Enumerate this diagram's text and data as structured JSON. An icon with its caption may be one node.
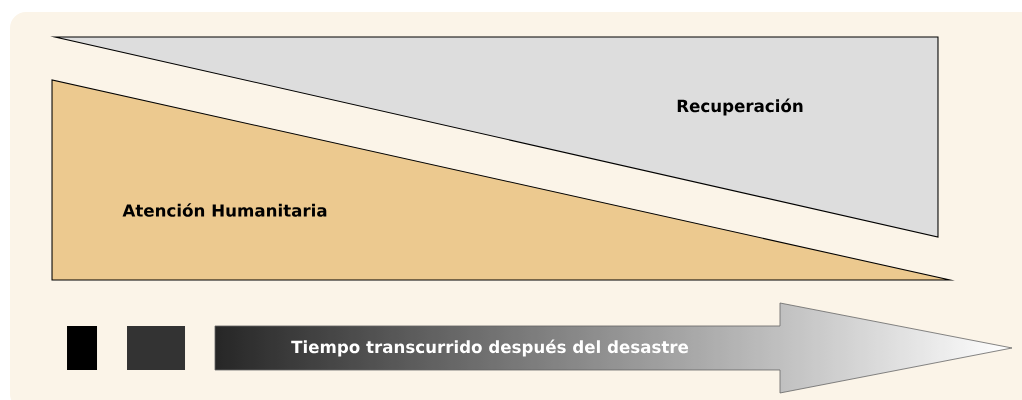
{
  "diagram": {
    "nodes": [
      {
        "text": [
          "Recuperación"
        ]
      },
      {
        "text": [
          "Atención Humanitaria"
        ]
      },
      {
        "text": [
          "Tiempo transcurrido después del desastre"
        ]
      }
    ]
  }
}
